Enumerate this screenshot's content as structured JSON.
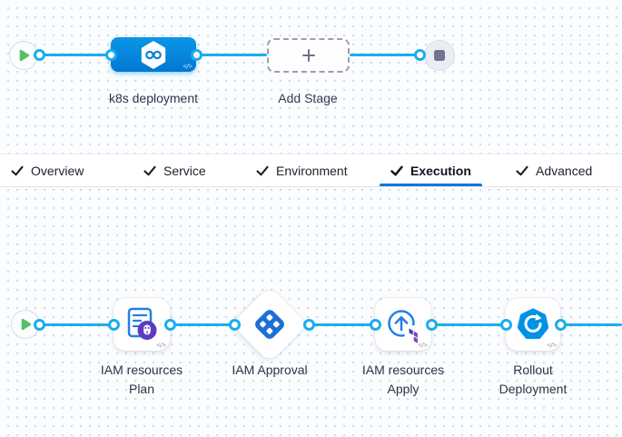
{
  "stage_editor": {
    "stage": {
      "label": "k8s deployment",
      "icon": "harness-cd-hexagon-icon"
    },
    "add_stage": {
      "label": "Add Stage"
    },
    "start_node": "play",
    "end_node": "stop"
  },
  "tabs": [
    {
      "label": "Overview",
      "checked": true,
      "active": false
    },
    {
      "label": "Service",
      "checked": true,
      "active": false
    },
    {
      "label": "Environment",
      "checked": true,
      "active": false
    },
    {
      "label": "Execution",
      "checked": true,
      "active": true
    },
    {
      "label": "Advanced",
      "checked": true,
      "active": false
    }
  ],
  "execution": {
    "steps": [
      {
        "lines": [
          "IAM resources",
          "Plan"
        ],
        "icon": "terraform-plan-icon",
        "shape": "card"
      },
      {
        "lines": [
          "IAM Approval"
        ],
        "icon": "harness-approval-icon",
        "shape": "diamond"
      },
      {
        "lines": [
          "IAM resources",
          "Apply"
        ],
        "icon": "terraform-apply-icon",
        "shape": "card"
      },
      {
        "lines": [
          "Rollout",
          "Deployment"
        ],
        "icon": "rollout-deployment-icon",
        "shape": "card"
      }
    ]
  },
  "icons": {
    "code_glyph": "</>"
  },
  "colors": {
    "connector": "#1badee",
    "stage_node_top": "#0a96e6",
    "stage_node_bottom": "#0277d4",
    "active_tab_underline": "#0278d5",
    "play_green": "#50c266",
    "stop_gray": "#73758c",
    "approval_blue": "#1d6fd6",
    "step_blue": "#2180e8",
    "plan_badge_purple": "#5d3bbd",
    "terraform_indigo": "#4040b2",
    "terraform_purple": "#7b42bc",
    "rollout_blue": "#0092e4"
  }
}
